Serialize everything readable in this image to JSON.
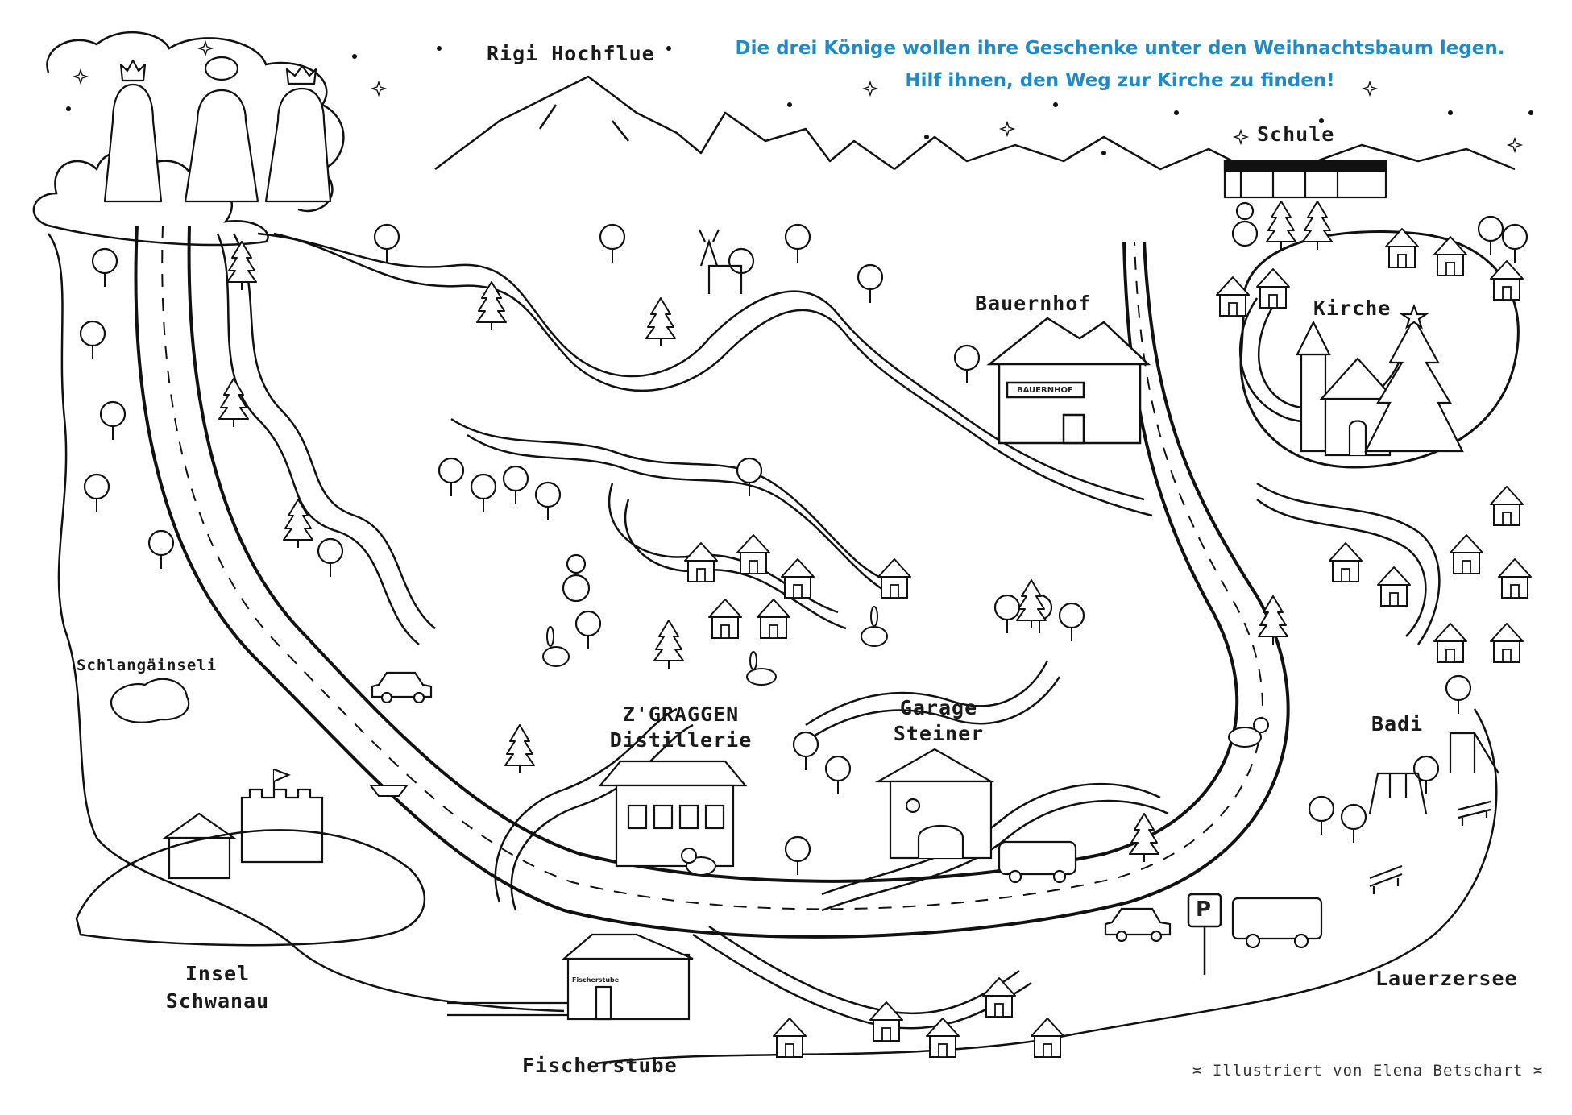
{
  "instruction": {
    "line1": "Die drei Könige wollen ihre Geschenke unter den Weihnachtsbaum legen.",
    "line2": "Hilf ihnen, den Weg zur Kirche zu finden!",
    "color": "#1f8ac6"
  },
  "places": {
    "mountain": "Rigi Hochflue",
    "school": "Schule",
    "farm": "Bauernhof",
    "farm_sign": "BAUERNHOF",
    "church": "Kirche",
    "distillery_line1": "Z'GRAGGEN",
    "distillery_line2": "Distillerie",
    "garage_line1": "Garage",
    "garage_line2": "Steiner",
    "island_small": "Schlangäinseli",
    "island_line1": "Insel",
    "island_line2": "Schwanau",
    "pool": "Badi",
    "lake": "Lauerzersee",
    "restaurant": "Fischerstube",
    "restaurant_sign": "Fischerstube",
    "parking_sign": "P"
  },
  "credit": "≍ Illustriert von Elena Betschart ≍",
  "start": "Die drei Könige",
  "goal": "Kirche",
  "icons": {
    "kings": "three-kings-icon",
    "christmas_tree": "christmas-tree-icon",
    "snowman": "snowman-icon",
    "deer": "deer-icon",
    "rabbit": "rabbit-icon",
    "cat": "cat-icon",
    "car": "car-icon",
    "bus": "bus-icon",
    "boat": "boat-icon",
    "castle": "castle-icon",
    "star": "star-icon",
    "bench": "bench-icon",
    "swing": "swing-icon",
    "slide": "slide-icon"
  }
}
